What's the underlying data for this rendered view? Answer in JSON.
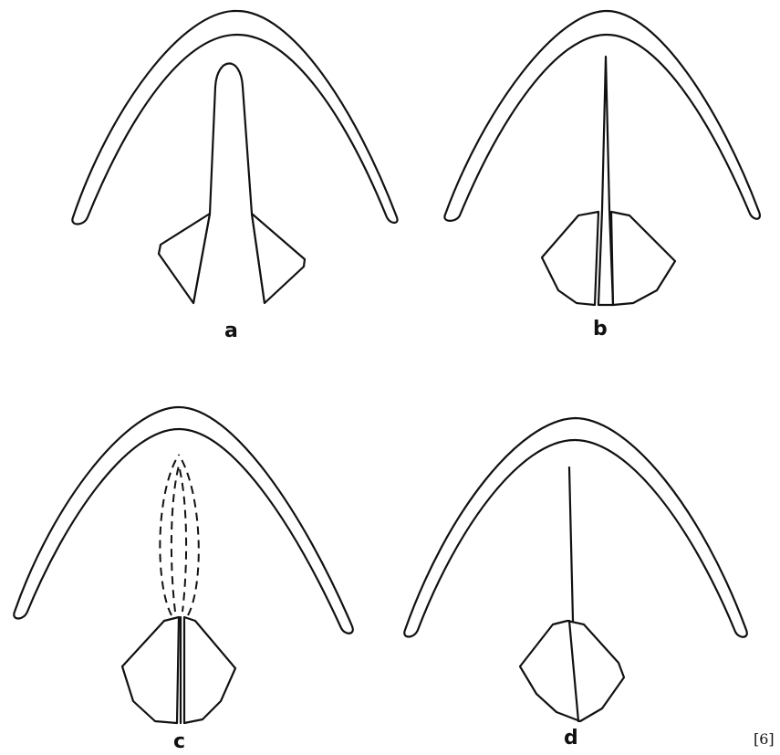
{
  "panels": [
    {
      "label": "a"
    },
    {
      "label": "b"
    },
    {
      "label": "c"
    },
    {
      "label": "d"
    }
  ],
  "reference": "[6]"
}
